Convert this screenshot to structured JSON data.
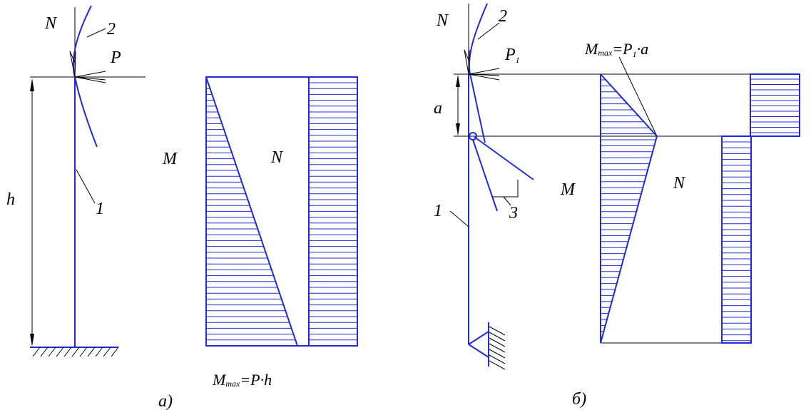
{
  "diagram_a": {
    "label_N": "N",
    "label_P": "P",
    "label_h": "h",
    "label_1": "1",
    "label_2": "2",
    "diagram_M": "M",
    "diagram_N": "N",
    "formula_main": "M",
    "formula_sub": "max",
    "formula_rest": "=P·h",
    "caption": "а)"
  },
  "diagram_b": {
    "label_N": "N",
    "label_P_main": "P",
    "label_P_sub": "1",
    "label_a": "a",
    "label_1": "1",
    "label_2": "2",
    "label_3": "3",
    "diagram_M": "M",
    "diagram_N": "N",
    "formula_main": "M",
    "formula_sub": "max",
    "formula_mid": "=P",
    "formula_mid_sub": "1",
    "formula_rest": "·a",
    "caption": "б)"
  },
  "colors": {
    "structure": "#1f2bd6",
    "annotation": "#000000"
  }
}
